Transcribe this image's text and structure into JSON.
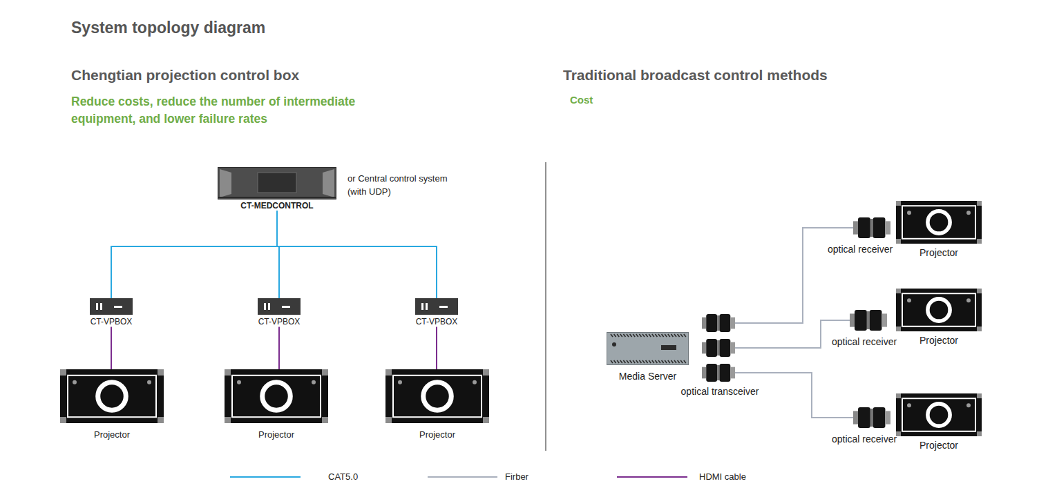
{
  "diagram": {
    "title": "System topology diagram",
    "nodes": [
      {
        "text": [
          "CT-MEDCONTROL"
        ]
      },
      {
        "text": [
          "CT-VPBOX"
        ]
      },
      {
        "text": [
          "CT-VPBOX"
        ]
      },
      {
        "text": [
          "CT-VPBOX"
        ]
      },
      {
        "text": [
          "Projector"
        ]
      },
      {
        "text": [
          "Projector"
        ]
      },
      {
        "text": [
          "Projector"
        ]
      },
      {
        "text": [
          "Media Server"
        ]
      },
      {
        "text": [
          "optical transceiver"
        ]
      },
      {
        "text": [
          "optical receiver"
        ]
      },
      {
        "text": [
          "optical receiver"
        ]
      },
      {
        "text": [
          "optical receiver"
        ]
      },
      {
        "text": [
          "Projector"
        ]
      },
      {
        "text": [
          "Projector"
        ]
      },
      {
        "text": [
          "Projector"
        ]
      }
    ],
    "edges": [
      {
        "from": 0,
        "to": 1,
        "arrow": "none"
      },
      {
        "from": 0,
        "to": 2,
        "arrow": "none"
      },
      {
        "from": 0,
        "to": 3,
        "arrow": "none"
      },
      {
        "from": 1,
        "to": 4,
        "arrow": "none"
      },
      {
        "from": 2,
        "to": 5,
        "arrow": "none"
      },
      {
        "from": 3,
        "to": 6,
        "arrow": "none"
      },
      {
        "from": 8,
        "to": 9,
        "arrow": "none"
      },
      {
        "from": 8,
        "to": 10,
        "arrow": "none"
      },
      {
        "from": 8,
        "to": 11,
        "arrow": "none"
      }
    ],
    "labels": [
      "Chengtian projection control box",
      "Reduce costs, reduce the number of intermediate equipment, and lower failure rates",
      "Traditional broadcast control methods",
      "Cost",
      "or Central control system (with UDP)"
    ],
    "legend": [
      {
        "text": "CAT5.0"
      },
      {
        "text": "Firber"
      },
      {
        "text": "HDMI cable"
      }
    ]
  }
}
